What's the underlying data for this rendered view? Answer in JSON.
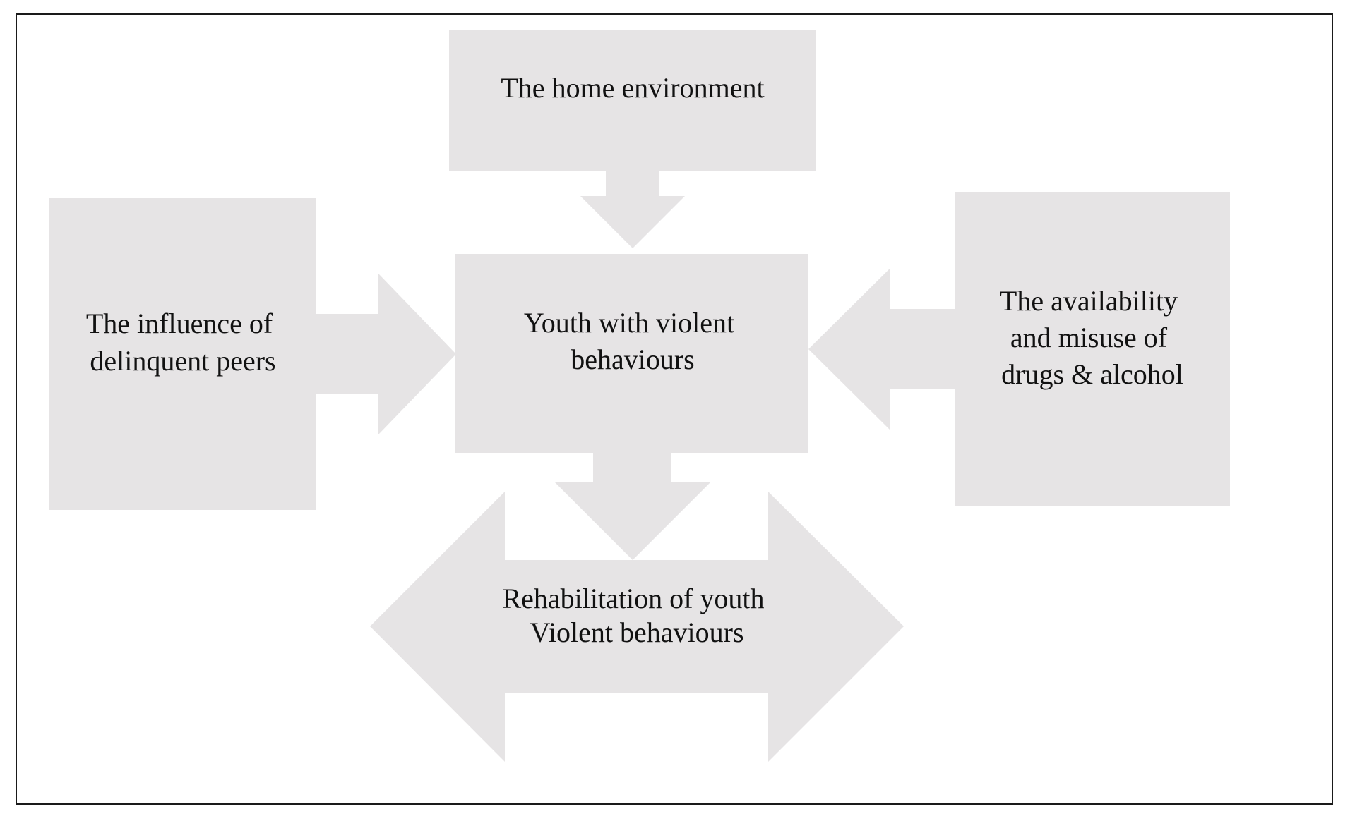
{
  "diagram": {
    "colors": {
      "shape_fill": "#e6e4e5",
      "frame_stroke": "#1a1a1a",
      "text": "#111111"
    },
    "nodes": {
      "home_environment": {
        "lines": [
          "The home environment"
        ]
      },
      "delinquent_peers": {
        "lines": [
          "The influence of",
          "delinquent peers"
        ]
      },
      "drugs_alcohol": {
        "lines": [
          "The availability",
          "and misuse of",
          "drugs & alcohol"
        ]
      },
      "youth_violent": {
        "lines": [
          "Youth with violent",
          "behaviours"
        ]
      },
      "rehabilitation": {
        "lines": [
          "Rehabilitation of youth",
          "Violent behaviours"
        ]
      }
    },
    "edges": [
      {
        "from": "home_environment",
        "to": "youth_violent"
      },
      {
        "from": "delinquent_peers",
        "to": "youth_violent"
      },
      {
        "from": "drugs_alcohol",
        "to": "youth_violent"
      },
      {
        "from": "youth_violent",
        "to": "rehabilitation"
      }
    ]
  }
}
